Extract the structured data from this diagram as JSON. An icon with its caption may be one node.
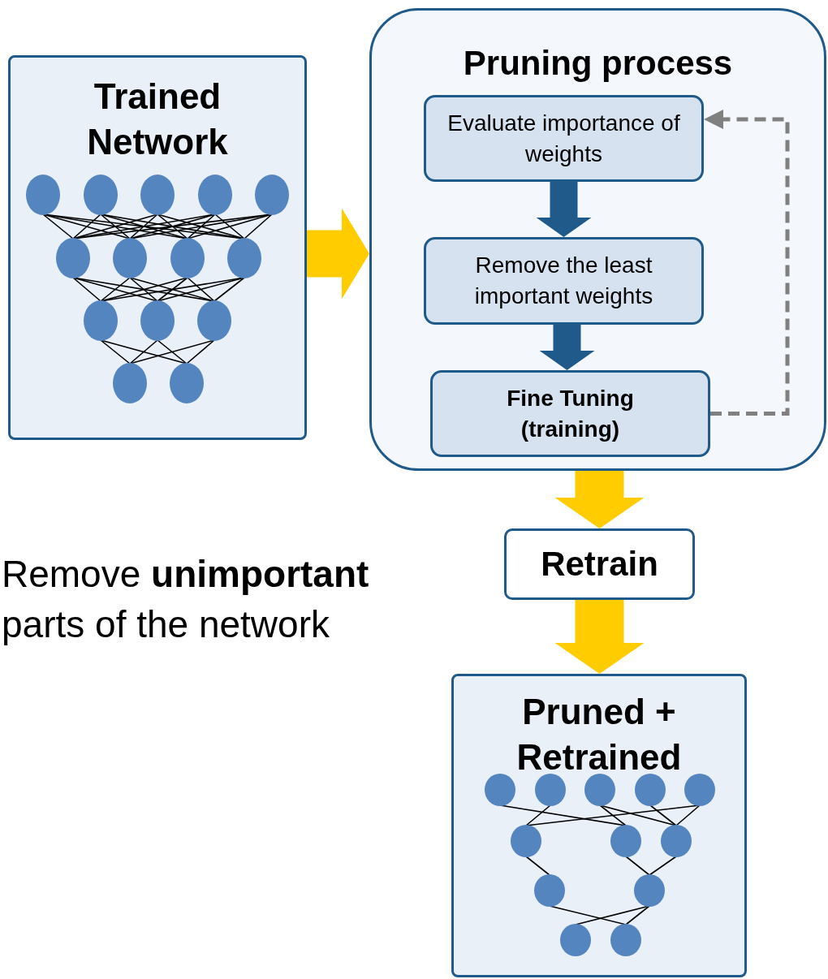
{
  "diagram": {
    "nodes": [
      {
        "text": [
          "Trained Network"
        ]
      },
      {
        "text": [
          "Pruning process"
        ]
      },
      {
        "text": [
          "Evaluate importance of weights"
        ],
        "in": 1
      },
      {
        "text": [
          "Remove the least important weights"
        ],
        "in": 1
      },
      {
        "text": [
          "Fine Tuning (training)"
        ],
        "in": 1
      },
      {
        "text": [
          "Retrain"
        ]
      },
      {
        "text": [
          "Pruned + Retrained"
        ]
      }
    ],
    "edges": [
      {
        "from": 0,
        "to": 1,
        "arrow": "to",
        "color": "#ffcc00"
      },
      {
        "from": 2,
        "to": 3,
        "arrow": "to",
        "color": "#1f5a8a"
      },
      {
        "from": 3,
        "to": 4,
        "arrow": "to",
        "color": "#1f5a8a"
      },
      {
        "from": 4,
        "to": 2,
        "arrow": "to",
        "style": "dashed",
        "color": "#808080"
      },
      {
        "from": 1,
        "to": 5,
        "arrow": "to",
        "color": "#ffcc00"
      },
      {
        "from": 5,
        "to": 6,
        "arrow": "to",
        "color": "#ffcc00"
      }
    ],
    "labels": [
      "Remove **unimportant** parts of the network"
    ]
  }
}
